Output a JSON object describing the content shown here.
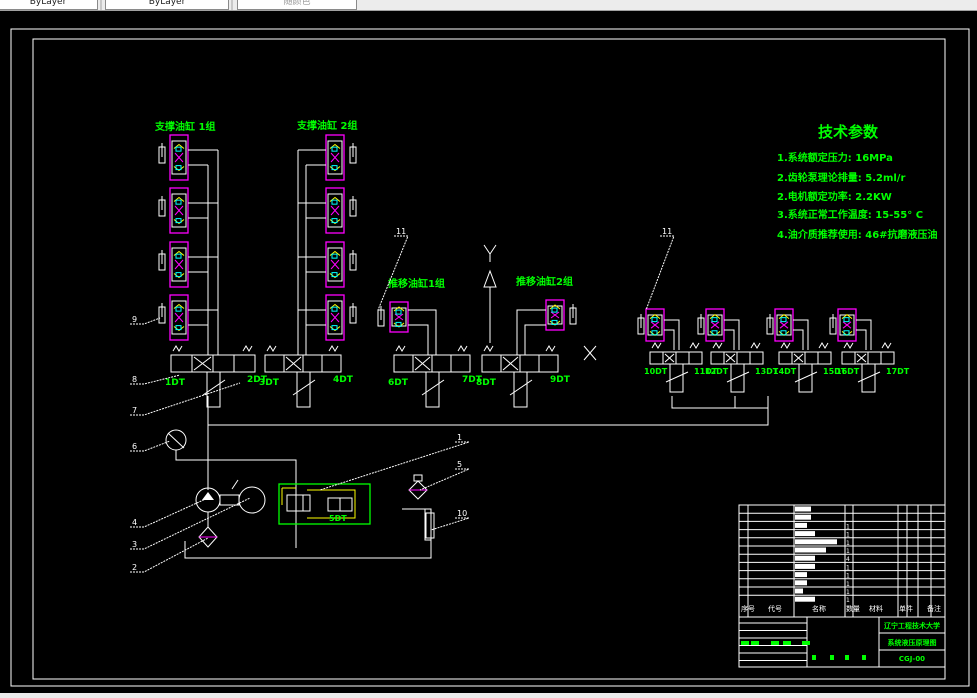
{
  "toolbar": {
    "fields": [
      "ByLayer",
      "ByLayer",
      "随颜色"
    ]
  },
  "drawing": {
    "tech_params": {
      "title": "技术参数",
      "items": [
        "1.系统额定压力: 16MPa",
        "2.齿轮泵理论排量: 5.2ml/r",
        "2.电机额定功率: 2.2KW",
        "3.系统正常工作温度: 15-55° C",
        "4.油介质推荐使用: 46#抗磨液压油"
      ]
    },
    "group_labels": {
      "support_1": "支撑油缸 1组",
      "support_2": "支撑油缸 2组",
      "leveling_1": "推移油缸1组",
      "leveling_2": "推移油缸2组"
    },
    "axis_labels": {
      "y": "Y",
      "x": "X"
    },
    "solenoids": [
      "1DT",
      "2DT",
      "3DT",
      "4DT",
      "6DT",
      "7DT",
      "8DT",
      "9DT",
      "10DT",
      "11DT",
      "12DT",
      "13DT",
      "14DT",
      "15DT",
      "16DT",
      "17DT"
    ],
    "relief_solenoid": "5DT",
    "callouts": [
      "9",
      "8",
      "7",
      "6",
      "4",
      "3",
      "2",
      "1",
      "5",
      "11",
      "10",
      "11"
    ],
    "title_block": {
      "header_cols": [
        "序号",
        "代号",
        "名称",
        "数量",
        "材料",
        "单件 总计 重量",
        "备注"
      ],
      "school": "辽宁工程技术大学",
      "drawing_name": "系统液压原理图",
      "drawing_no": "CGJ-00",
      "bom_qty": [
        "",
        "",
        "1",
        "1",
        "1",
        "1",
        "4",
        "1",
        "1",
        "1",
        "1",
        "1"
      ]
    }
  }
}
